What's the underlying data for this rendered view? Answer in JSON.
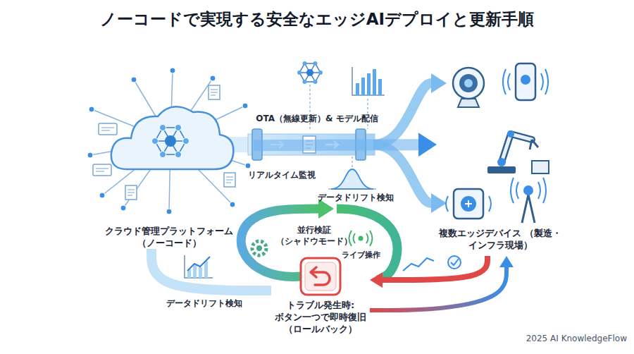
{
  "diagram": {
    "title": "ノーコードで実現する安全なエッジAIデプロイと更新手順",
    "nodes": [
      {
        "text": [
          "クラウド管理プラットフォーム （ノーコード）"
        ]
      },
      {
        "text": [
          "複数エッジデバイス （製造・インフラ現場）"
        ]
      },
      {
        "text": [
          "トラブル発生時: ボタン一つで即時復旧 （ロールバック）"
        ]
      }
    ],
    "edges": [
      {
        "from": 0,
        "to": 1,
        "arrow": "to",
        "label": "OTA（無線更新）& モデル配信"
      },
      {
        "from": 0,
        "to": 2,
        "arrow": "none",
        "label": "データドリフト検知"
      },
      {
        "from": 1,
        "to": 2,
        "arrow": "to"
      },
      {
        "from": 2,
        "to": 1,
        "arrow": "to"
      }
    ],
    "labels": [
      "リアルタイム監視",
      "データドリフト検知",
      "並行検証 （シャドウモード）",
      "ライブ操作",
      "2025 AI KnowledgeFlow"
    ]
  }
}
